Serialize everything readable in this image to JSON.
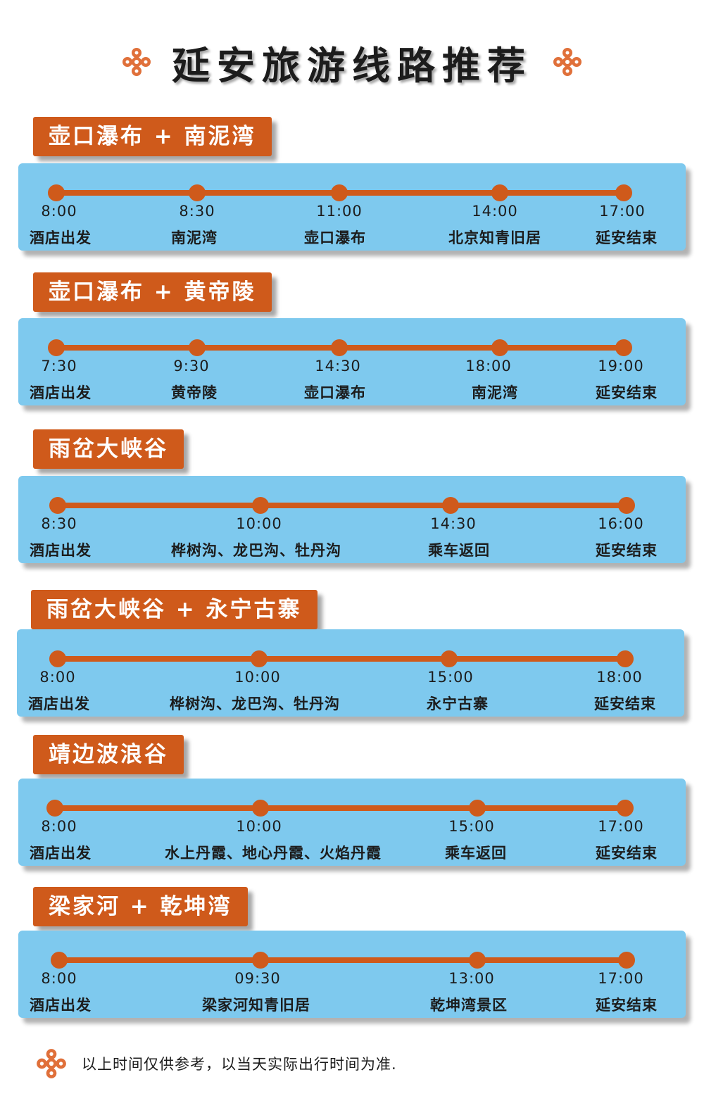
{
  "header": {
    "title": "延安旅游线路推荐",
    "ornament_icon": "chinese-knot-icon"
  },
  "colors": {
    "accent_orange": "#cf5a1b",
    "panel_blue": "#7ec9ee",
    "text_dark": "#1c1c1c"
  },
  "routes": [
    {
      "name": "壶口瀑布 + 南泥湾",
      "stops": [
        {
          "time": "8:00",
          "place": "酒店出发"
        },
        {
          "time": "8:30",
          "place": "南泥湾"
        },
        {
          "time": "11:00",
          "place": "壶口瀑布"
        },
        {
          "time": "14:00",
          "place": "北京知青旧居"
        },
        {
          "time": "17:00",
          "place": "延安结束"
        }
      ]
    },
    {
      "name": "壶口瀑布 + 黄帝陵",
      "stops": [
        {
          "time": "7:30",
          "place": "酒店出发"
        },
        {
          "time": "9:30",
          "place": "黄帝陵"
        },
        {
          "time": "14:30",
          "place": "壶口瀑布"
        },
        {
          "time": "18:00",
          "place": "南泥湾"
        },
        {
          "time": "19:00",
          "place": "延安结束"
        }
      ]
    },
    {
      "name": "雨岔大峡谷",
      "stops": [
        {
          "time": "8:30",
          "place": "酒店出发"
        },
        {
          "time": "10:00",
          "place": "桦树沟、龙巴沟、牡丹沟"
        },
        {
          "time": "14:30",
          "place": "乘车返回"
        },
        {
          "time": "16:00",
          "place": "延安结束"
        }
      ]
    },
    {
      "name": "雨岔大峡谷 + 永宁古寨",
      "stops": [
        {
          "time": "8:00",
          "place": "酒店出发"
        },
        {
          "time": "10:00",
          "place": "桦树沟、龙巴沟、牡丹沟"
        },
        {
          "time": "15:00",
          "place": "永宁古寨"
        },
        {
          "time": "18:00",
          "place": "延安结束"
        }
      ]
    },
    {
      "name": "靖边波浪谷",
      "stops": [
        {
          "time": "8:00",
          "place": "酒店出发"
        },
        {
          "time": "10:00",
          "place": "水上丹霞、地心丹霞、火焰丹霞"
        },
        {
          "time": "15:00",
          "place": "乘车返回"
        },
        {
          "time": "17:00",
          "place": "延安结束"
        }
      ]
    },
    {
      "name": "梁家河 + 乾坤湾",
      "stops": [
        {
          "time": "8:00",
          "place": "酒店出发"
        },
        {
          "time": "09:30",
          "place": "梁家河知青旧居"
        },
        {
          "time": "13:00",
          "place": "乾坤湾景区"
        },
        {
          "time": "17:00",
          "place": "延安结束"
        }
      ]
    }
  ],
  "footer": {
    "note": "以上时间仅供参考，以当天实际出行时间为准."
  }
}
